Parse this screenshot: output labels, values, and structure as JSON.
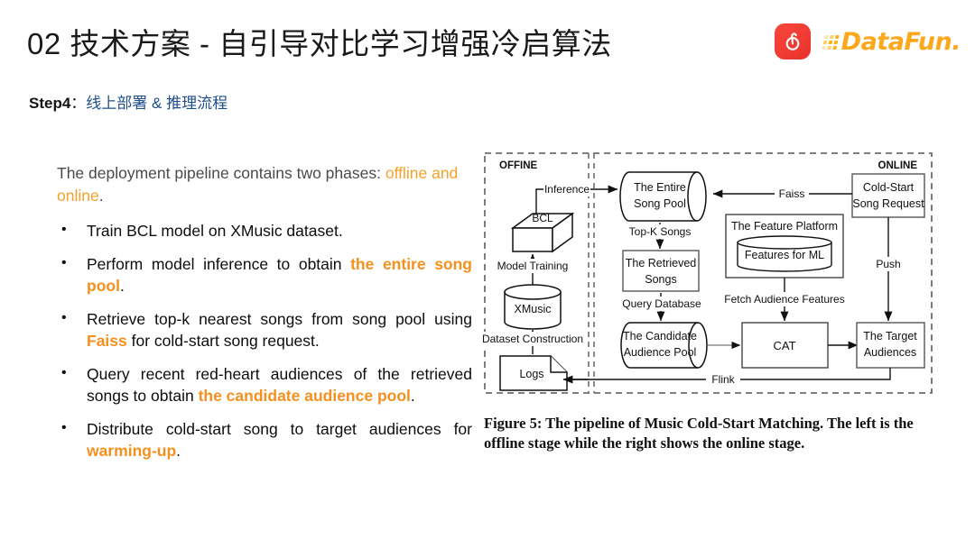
{
  "header": {
    "title": "02 技术方案 - 自引导对比学习增强冷启算法",
    "netease_logo_name": "netease-cloud-music-logo",
    "datafun_text": "DataFun."
  },
  "step": {
    "label": "Step4",
    "separator": "：",
    "text": "线上部署 & 推理流程"
  },
  "left": {
    "intro_pre": "The deployment pipeline contains two phases: ",
    "intro_hl": "offline and online",
    "intro_post": ".",
    "bullets": [
      {
        "segments": [
          {
            "text": "Train BCL model on XMusic dataset.",
            "style": "plain"
          }
        ]
      },
      {
        "segments": [
          {
            "text": "Perform model inference to obtain ",
            "style": "plain"
          },
          {
            "text": "the entire song pool",
            "style": "bold-orange"
          },
          {
            "text": ".",
            "style": "plain"
          }
        ]
      },
      {
        "segments": [
          {
            "text": "Retrieve top-k nearest songs from song pool using ",
            "style": "plain"
          },
          {
            "text": "Faiss",
            "style": "bold-orange"
          },
          {
            "text": " for cold-start song request.",
            "style": "plain"
          }
        ]
      },
      {
        "segments": [
          {
            "text": "Query recent red-heart audiences of the retrieved songs to obtain ",
            "style": "plain"
          },
          {
            "text": "the candidate audience pool",
            "style": "bold-orange"
          },
          {
            "text": ".",
            "style": "plain"
          }
        ]
      },
      {
        "segments": [
          {
            "text": "Distribute cold-start song to target audiences for ",
            "style": "plain"
          },
          {
            "text": "warming-up",
            "style": "bold-orange"
          },
          {
            "text": ".",
            "style": "plain"
          }
        ]
      }
    ]
  },
  "figure": {
    "caption": "Figure 5: The pipeline of Music Cold-Start Matching. The left is the offline stage while the right shows the online stage.",
    "offline_label": "OFFINE",
    "online_label": "ONLINE",
    "nodes": {
      "bcl": "BCL",
      "xmusic": "XMusic",
      "logs": "Logs",
      "entire_song_pool_l1": "The Entire",
      "entire_song_pool_l2": "Song Pool",
      "retrieved_songs_l1": "The  Retrieved",
      "retrieved_songs_l2": "Songs",
      "candidate_pool_l1": "The Candidate",
      "candidate_pool_l2": "Audience Pool",
      "feature_platform": "The Feature Platform",
      "features_for_ml": "Features for ML",
      "cat": "CAT",
      "cold_start_l1": "Cold-Start",
      "cold_start_l2": "Song Request",
      "target_audiences_l1": "The Target",
      "target_audiences_l2": "Audiences"
    },
    "edges": {
      "inference": "Inference",
      "model_training": "Model Training",
      "dataset_construction": "Dataset Construction",
      "topk_songs": "Top-K Songs",
      "query_database": "Query Database",
      "fetch_audience_features": "Fetch Audience Features",
      "faiss": "Faiss",
      "push": "Push",
      "flink": "Flink"
    }
  },
  "colors": {
    "accent_orange": "#f5901e",
    "light_orange": "#f5a12a",
    "step_blue": "#1f4e8c",
    "netease_red": "#e8332c",
    "datafun_yellow": "#fba81c"
  }
}
